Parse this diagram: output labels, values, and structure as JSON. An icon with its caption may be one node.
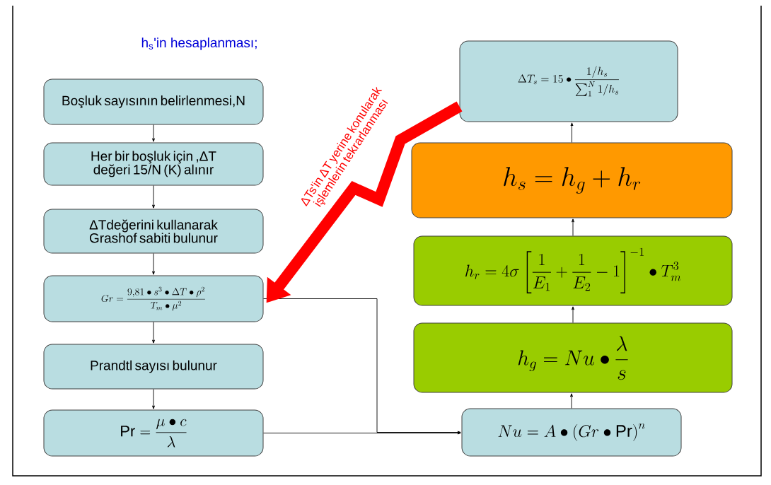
{
  "diagram": {
    "title": "h$_{s}$'in hesaplanması;",
    "nodes": [
      {
        "text": [
          "Boşluk sayısının belirlenmesi,N"
        ]
      },
      {
        "text": [
          "Her bir boşluk için ,ΔT değeri 15/N (K) alınır"
        ]
      },
      {
        "text": [
          "ΔTdeğerini kullanarak Grashof sabiti bulunur"
        ]
      },
      {
        "text": [
          "Gr = \\frac{9{,}81 \\bullet s^{3} \\bullet \\Delta T \\bullet \\rho^{2}}{T_{m} \\bullet \\mu^{2}}"
        ]
      },
      {
        "text": [
          "Prandtl sayısı bulunur"
        ]
      },
      {
        "text": [
          "\\mathrm{Pr} = \\frac{\\mu \\bullet c}{\\lambda}"
        ]
      },
      {
        "text": [
          "\\Delta T_{s} = 15 \\bullet \\frac{1/h_{s}}{\\sum_{1}^{N} 1/h_{s}}"
        ]
      },
      {
        "text": [
          "h_{s} = h_{g} + h_{r}"
        ]
      },
      {
        "text": [
          "h_{r} = 4\\sigma\\left[\\frac{1}{E_{1}}+\\frac{1}{E_{2}}-1\\right]^{-1} \\bullet T_{m}^{3}"
        ]
      },
      {
        "text": [
          "h_{g} = Nu \\bullet \\frac{\\lambda}{s}"
        ]
      },
      {
        "text": [
          "Nu = A \\bullet \\left(Gr \\bullet \\mathrm{Pr}\\right)^{n}"
        ]
      }
    ],
    "edges": [
      {
        "from": 0,
        "to": 1,
        "arrow": "to"
      },
      {
        "from": 1,
        "to": 2,
        "arrow": "to"
      },
      {
        "from": 2,
        "to": 3,
        "arrow": "to"
      },
      {
        "from": 3,
        "to": 4,
        "arrow": "to"
      },
      {
        "from": 4,
        "to": 5,
        "arrow": "to"
      },
      {
        "from": 3,
        "to": 10,
        "arrow": "to"
      },
      {
        "from": 5,
        "to": 10,
        "arrow": "to"
      },
      {
        "from": 10,
        "to": 9,
        "arrow": "to"
      },
      {
        "from": 9,
        "to": 8,
        "arrow": "to"
      },
      {
        "from": 8,
        "to": 7,
        "arrow": "to"
      },
      {
        "from": 7,
        "to": 6,
        "arrow": "to"
      },
      {
        "from": 6,
        "to": 3,
        "arrow": "to",
        "label": "ΔTs'in ΔT yerine konularak işlemlerin tekrarlanması",
        "style": "thick",
        "color": "#ff0000"
      }
    ]
  }
}
